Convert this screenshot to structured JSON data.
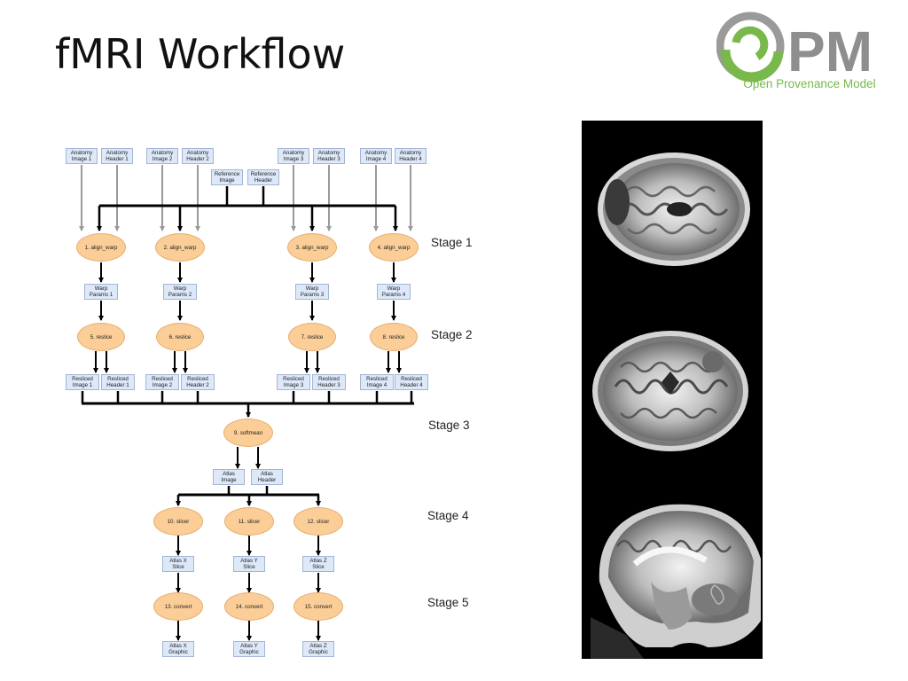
{
  "title": "fMRI Workflow",
  "logo": {
    "letters": "PM",
    "tagline": "Open Provenance Model"
  },
  "colors": {
    "process_fill": "#fbcd97",
    "data_fill": "#dde8f9",
    "logo_green": "#79b84a",
    "logo_gray": "#8e8e8e",
    "flow_black": "#000000",
    "input_gray": "#9a9a9a"
  },
  "stages": [
    "Stage 1",
    "Stage 2",
    "Stage 3",
    "Stage 4",
    "Stage 5"
  ],
  "inputs": {
    "anatomy": [
      {
        "image": "Anatomy\nImage 1",
        "header": "Anatomy\nHeader 1"
      },
      {
        "image": "Anatomy\nImage 2",
        "header": "Anatomy\nHeader 2"
      },
      {
        "image": "Anatomy\nImage 3",
        "header": "Anatomy\nHeader 3"
      },
      {
        "image": "Anatomy\nImage 4",
        "header": "Anatomy\nHeader 4"
      }
    ],
    "reference": {
      "image": "Reference\nImage",
      "header": "Reference\nHeader"
    }
  },
  "align_warp": [
    "1. align_warp",
    "2. align_warp",
    "3. align_warp",
    "4. align_warp"
  ],
  "warp_params": [
    "Warp\nParams 1",
    "Warp\nParams 2",
    "Warp\nParams 3",
    "Warp\nParams 4"
  ],
  "reslice": [
    "5. reslice",
    "6. reslice",
    "7. reslice",
    "8. reslice"
  ],
  "resliced": [
    {
      "image": "Resliced\nImage 1",
      "header": "Resliced\nHeader 1"
    },
    {
      "image": "Resliced\nImage 2",
      "header": "Resliced\nHeader 2"
    },
    {
      "image": "Resliced\nImage 3",
      "header": "Resliced\nHeader 3"
    },
    {
      "image": "Resliced\nImage 4",
      "header": "Resliced\nHeader 4"
    }
  ],
  "softmean": "9. softmean",
  "atlas": {
    "image": "Atlas\nImage",
    "header": "Atlas\nHeader"
  },
  "slicer": [
    "10. slicer",
    "11. slicer",
    "12. slicer"
  ],
  "atlas_slice": [
    "Atlas X\nSlice",
    "Atlas Y\nSlice",
    "Atlas Z\nSlice"
  ],
  "convert": [
    "13. convert",
    "14. convert",
    "15. convert"
  ],
  "atlas_graphic": [
    "Atlas X\nGraphic",
    "Atlas Y\nGraphic",
    "Atlas Z\nGraphic"
  ],
  "brain_images": [
    "axial-upper",
    "axial-mid",
    "sagittal"
  ]
}
